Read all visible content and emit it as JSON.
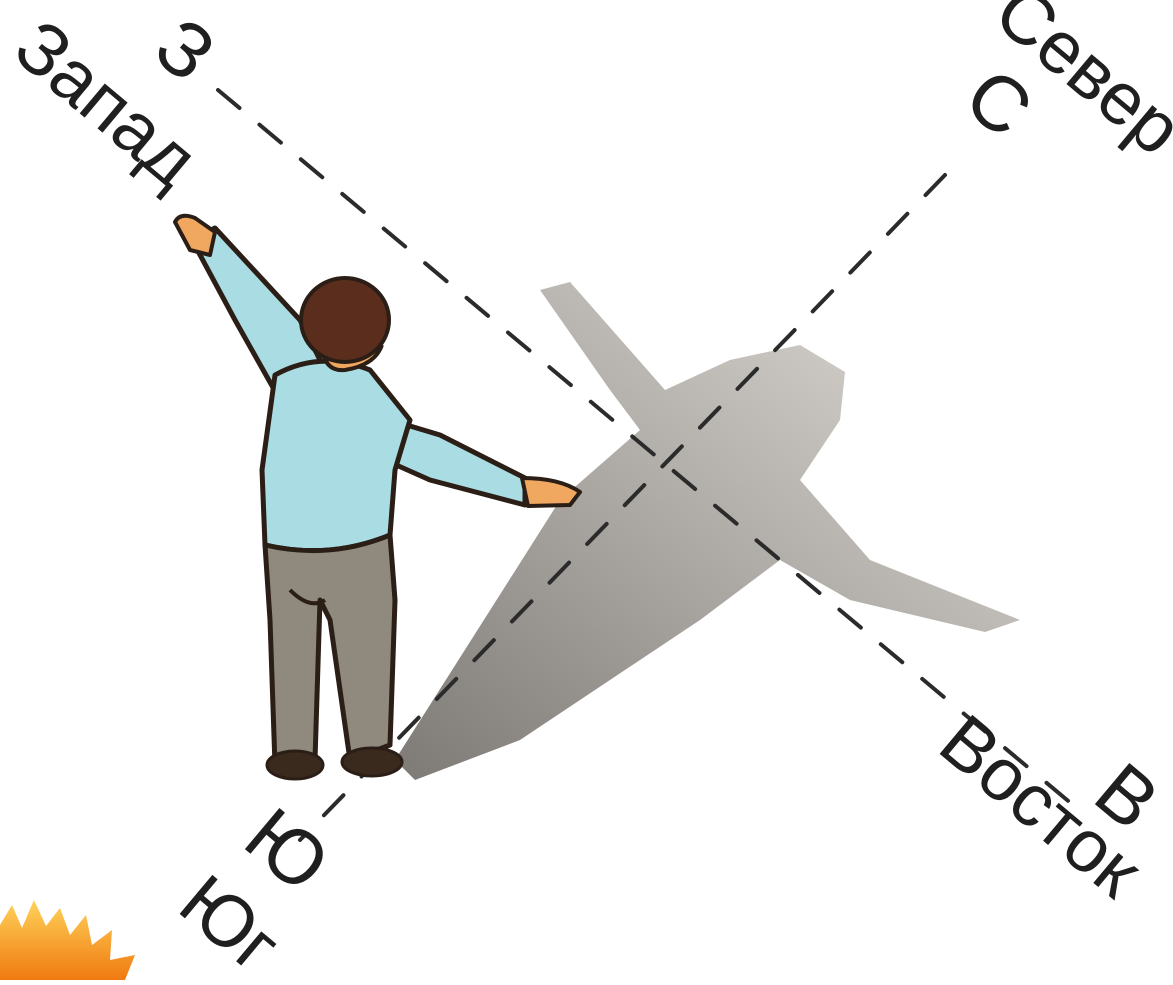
{
  "compass": {
    "north": {
      "letter": "С",
      "word": "Север"
    },
    "south": {
      "letter": "Ю",
      "word": "Юг"
    },
    "east": {
      "letter": "В",
      "word": "Восток"
    },
    "west": {
      "letter": "З",
      "word": "Запад"
    }
  },
  "colors": {
    "background": "#ffffff",
    "shirt": "#a9dde3",
    "pants": "#8f8a7d",
    "hair": "#5a2d1c",
    "skin": "#f0a860",
    "outline": "#2a1e16",
    "shadow": "#8e8a84",
    "dash": "#2b2b2b",
    "sun": "#f6a623"
  }
}
